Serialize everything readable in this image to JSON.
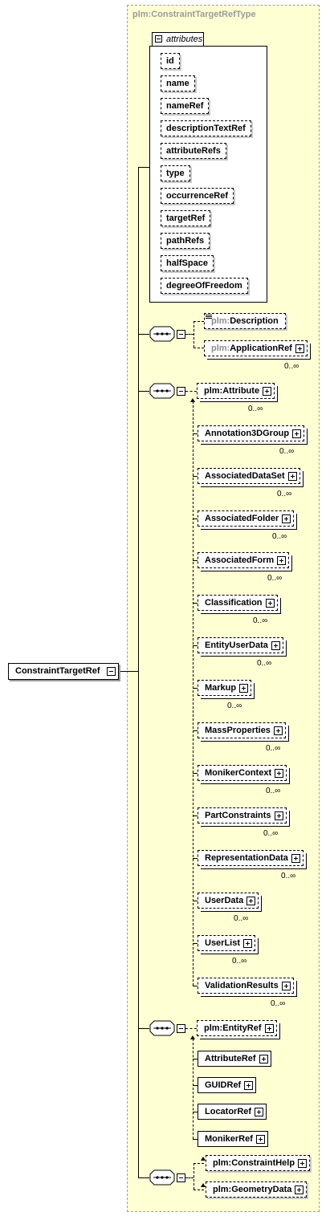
{
  "type_label": "plm:ConstraintTargetRefType",
  "attributes_header": "attributes",
  "attributes": [
    "id",
    "name",
    "nameRef",
    "descriptionTextRef",
    "attributeRefs",
    "type",
    "occurrenceRef",
    "targetRef",
    "pathRefs",
    "halfSpace",
    "degreeOfFreedom"
  ],
  "root": "ConstraintTargetRef",
  "seq1": {
    "description": {
      "prefix": "plm:",
      "name": "Description"
    },
    "application_ref": {
      "prefix": "plm:",
      "name": "ApplicationRef",
      "card": "0..∞"
    }
  },
  "attribute_group": {
    "head": {
      "prefix": "plm:",
      "name": "Attribute",
      "card": "0..∞"
    },
    "items": [
      {
        "name": "Annotation3DGroup",
        "card": "0..∞"
      },
      {
        "name": "AssociatedDataSet",
        "card": "0..∞"
      },
      {
        "name": "AssociatedFolder",
        "card": "0..∞"
      },
      {
        "name": "AssociatedForm",
        "card": "0..∞"
      },
      {
        "name": "Classification",
        "card": "0..∞"
      },
      {
        "name": "EntityUserData",
        "card": "0..∞"
      },
      {
        "name": "Markup",
        "card": "0..∞"
      },
      {
        "name": "MassProperties",
        "card": "0..∞"
      },
      {
        "name": "MonikerContext",
        "card": "0..∞"
      },
      {
        "name": "PartConstraints",
        "card": "0..∞"
      },
      {
        "name": "RepresentationData",
        "card": "0..∞"
      },
      {
        "name": "UserData",
        "card": "0..∞"
      },
      {
        "name": "UserList",
        "card": "0..∞"
      },
      {
        "name": "ValidationResults",
        "card": "0..∞"
      }
    ]
  },
  "entity_group": {
    "head": {
      "prefix": "plm:",
      "name": "EntityRef"
    },
    "items": [
      {
        "name": "AttributeRef"
      },
      {
        "name": "GUIDRef"
      },
      {
        "name": "LocatorRef"
      },
      {
        "name": "MonikerRef"
      }
    ]
  },
  "seq4": {
    "constraint_help": {
      "prefix": "plm:",
      "name": "ConstraintHelp"
    },
    "geometry_data": {
      "prefix": "plm:",
      "name": "GeometryData"
    }
  }
}
